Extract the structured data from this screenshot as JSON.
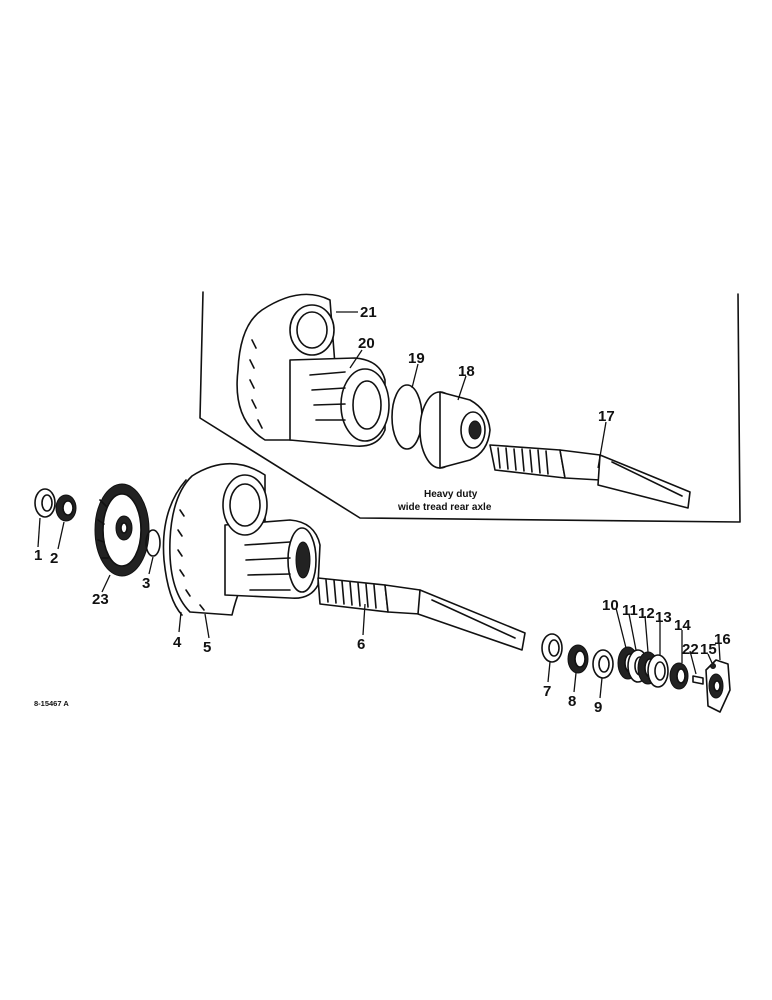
{
  "figure": {
    "reference_code": "8-15467 A",
    "inset_caption": [
      "Heavy duty",
      "wide tread rear axle"
    ],
    "callouts": [
      "1",
      "2",
      "3",
      "4",
      "5",
      "6",
      "7",
      "8",
      "9",
      "10",
      "11",
      "12",
      "13",
      "14",
      "15",
      "16",
      "17",
      "18",
      "19",
      "20",
      "21",
      "22",
      "23"
    ]
  }
}
